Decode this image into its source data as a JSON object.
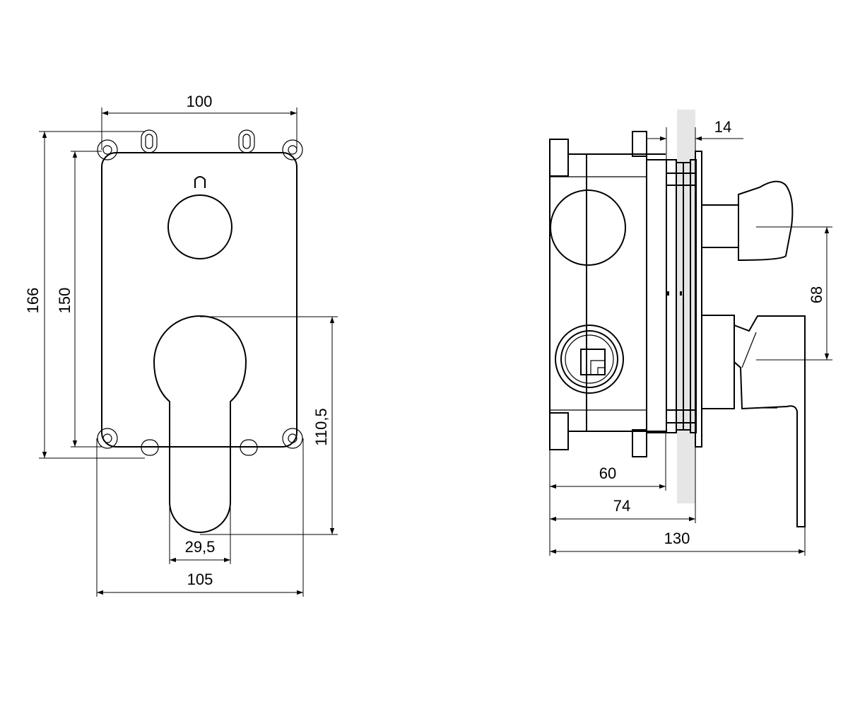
{
  "diagram": {
    "front_view": {
      "width_top": "100",
      "height_total": "166",
      "height_plate": "150",
      "handle_length": "110,5",
      "handle_width": "29,5",
      "width_bottom": "105"
    },
    "side_view": {
      "wall_thickness": "14",
      "handle_offset": "68",
      "depth_box": "60",
      "depth_to_wall": "74",
      "depth_total": "130"
    }
  }
}
